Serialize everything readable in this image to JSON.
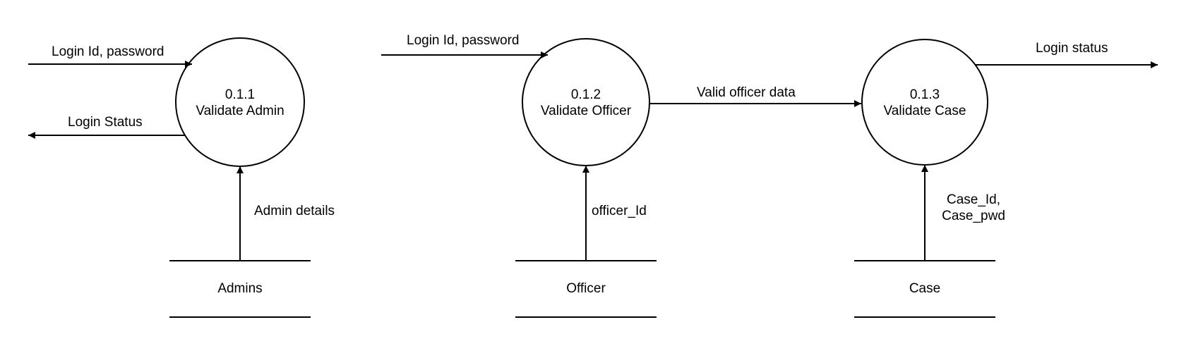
{
  "diagram": {
    "processes": [
      {
        "id": "0.1.1",
        "name": "Validate Admin"
      },
      {
        "id": "0.1.2",
        "name": "Validate Officer"
      },
      {
        "id": "0.1.3",
        "name": "Validate Case"
      }
    ],
    "stores": [
      {
        "name": "Admins"
      },
      {
        "name": "Officer"
      },
      {
        "name": "Case"
      }
    ],
    "flows": {
      "admin_input": "Login Id, password",
      "admin_output": "Login Status",
      "admin_store_flow": "Admin details",
      "officer_input": "Login Id, password",
      "officer_store_flow": "officer_Id",
      "officer_to_case": "Valid officer data",
      "case_store_flow_line1": "Case_Id,",
      "case_store_flow_line2": "Case_pwd",
      "case_output": "Login status"
    }
  }
}
